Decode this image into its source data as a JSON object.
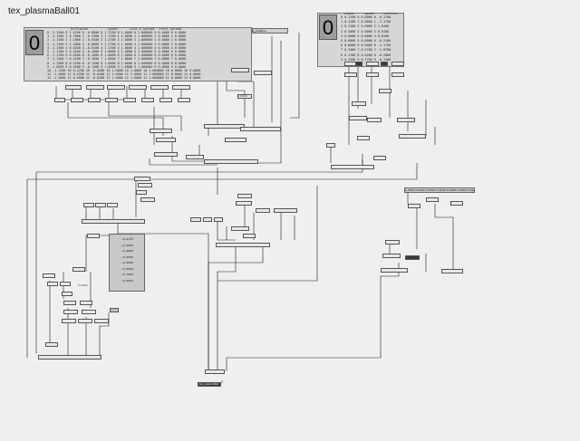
{
  "window": {
    "title": "tex_plasmaBall01"
  },
  "left_panel": {
    "big_number": "0",
    "headers": [
      "_diffusion",
      "_speed",
      "size_x_spread",
      "front_spread"
    ],
    "rows": [
      "0  -1.1200  0  1.4700  0  -0.6000  0  1.2700  0  1.0000  0  1.000000  0  0.0000  0  0.0000",
      "1  -1.1200  1  0.7600  1  -0.2300  1  1.2700  1  1.0000  1  1.000000  1  0.0000  1  0.0000",
      "2  -1.1200  2  1.1000  2  -0.0100  2  1.2700  2  1.0000  2  1.000000  2  0.0000  2  0.0000",
      "3  -1.1700  3  1.1000  3  -0.0600  3  1.2700  3  1.0000  3  1.000000  3  0.0000  3  0.0000",
      "4  -1.1700  4  0.6200  4  -0.0100  4  1.2700  4  1.0000  4  1.000000  4  0.0000  4  0.0000",
      "5  -1.1700  5  0.5200  5  -0.1000  5  1.0000  5  1.0000  5  1.000000  5  0.0000  5  0.0000",
      "6  -1.1700  6  0.6200  6  -0.1000  6  1.0000  6  1.0000  6  1.000000  6  0.0000  6  0.0000",
      "7  -1.1200  7  0.4200  7  -0.1000  7  1.0000  7  1.0000  7  1.000000  7  0.0000  7  0.0000",
      "8  -1.1200  8  0.4200  8  -0.1300  8  1.0000  8  1.0000  8  1.000000  8  0.0000  8  0.0000",
      "9  -1.0205  9  0.4200  9  -0.1300  9  1.0000  9  1.0000  9  1.000000  9  0.0000  9  0.0000",
      "10 -1.1200 10  0.4200 10  -0.0400 10  1.0000 10  1.0000 10  1.000000 10  0.0000 10  0.0000",
      "11 -1.1000 11  0.4200 11  -0.0400 11  1.0000 11  1.0000 11  1.000000 11  0.0000 11  0.0000",
      "12 -1.1000 12  0.4000 12  -0.0200 12  1.0000 12  1.0000 12  1.000000 12  0.0000 12  0.0000"
    ]
  },
  "right_panel": {
    "big_number": "0",
    "headers": [
      "alpha",
      "speed",
      "rotation"
    ],
    "rows": [
      "0  0.1200  0  0.0000  0  -0.1700",
      "1  0.1200  1  0.0000  1  -1.1700",
      "2  0.2200  2  0.0000  2  1.0400",
      "3  0.4000  3  0.0000  3  0.0100",
      "4  0.6000  4  0.0000  4  0.0100",
      "5  0.6800  5  0.0000  5  -0.2100",
      "6  0.6000  6  0.0000  6  -1.1700",
      "7  0.7000  7  0.2700  7  -1.0700",
      "8  0.1700  8  0.6200  8  -0.2000",
      "9  0.1500  9  0.7700  9  -0.1100"
    ]
  },
  "top_strip": {
    "label": "s_pipeline"
  },
  "mid_strip": {
    "label": "0.0000 0.0000 0.0000 0.0000 0.0000 0.0000 0.0000"
  },
  "message_box": {
    "lines": [
      "~0.6130",
      "~0.0000",
      "~0.0000",
      "~0.0000",
      "~0.0000",
      "~0.0000",
      "~0.7000",
      "~0.0000"
    ]
  },
  "labels": {
    "left_value": "0.1000",
    "right_value": "0.0000",
    "bottom_out": "tex_plasmaBall"
  }
}
